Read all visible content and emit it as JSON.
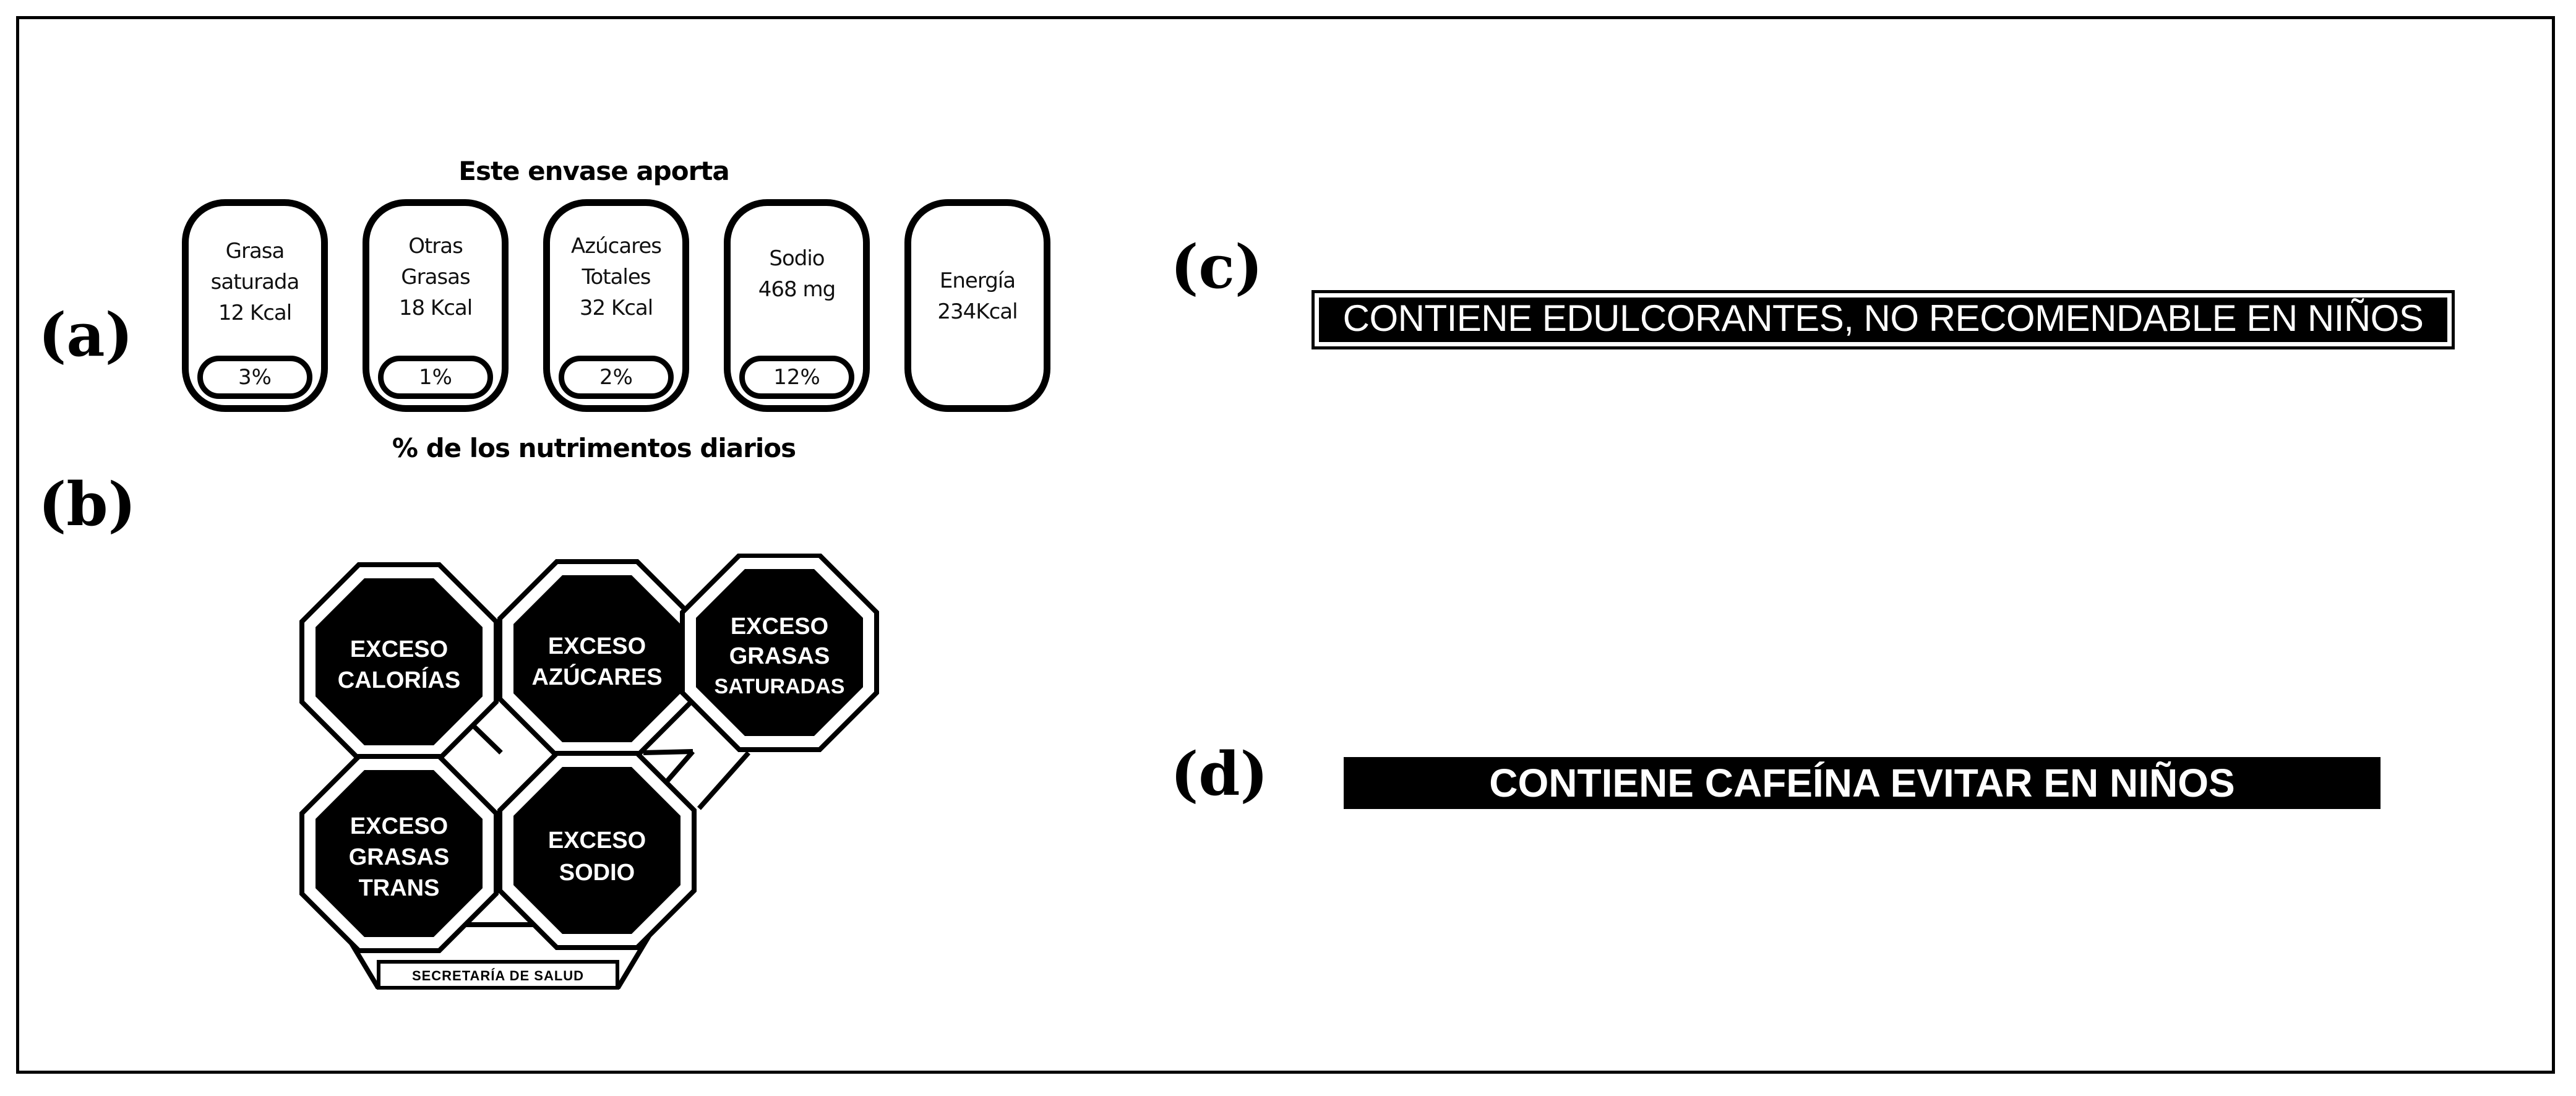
{
  "panels": {
    "a": "(a)",
    "b": "(b)",
    "c": "(c)",
    "d": "(d)"
  },
  "gda": {
    "header": "Este envase aporta",
    "footer": "% de los nutrimentos diarios",
    "items": [
      {
        "lines": [
          "Grasa",
          "saturada",
          "12 Kcal"
        ],
        "percent": "3%"
      },
      {
        "lines": [
          "Otras",
          "Grasas",
          "18 Kcal"
        ],
        "percent": "1%"
      },
      {
        "lines": [
          "Azúcares",
          "Totales",
          "32 Kcal"
        ],
        "percent": "2%"
      },
      {
        "lines": [
          "Sodio",
          "468 mg"
        ],
        "percent": "12%"
      },
      {
        "lines": [
          "Energía",
          "234Kcal"
        ],
        "percent": ""
      }
    ]
  },
  "octagons": {
    "items": [
      {
        "lines": [
          "EXCESO",
          "CALORÍAS"
        ]
      },
      {
        "lines": [
          "EXCESO",
          "AZÚCARES"
        ]
      },
      {
        "lines": [
          "EXCESO",
          "GRASAS",
          "SATURADAS"
        ]
      },
      {
        "lines": [
          "EXCESO",
          "GRASAS",
          "TRANS"
        ]
      },
      {
        "lines": [
          "EXCESO",
          "SODIO"
        ]
      }
    ],
    "issuer": "SECRETARÍA DE SALUD"
  },
  "warnings": {
    "sweeteners": "CONTIENE EDULCORANTES, NO RECOMENDABLE EN NIÑOS",
    "caffeine": "CONTIENE CAFEÍNA EVITAR EN NIÑOS"
  }
}
